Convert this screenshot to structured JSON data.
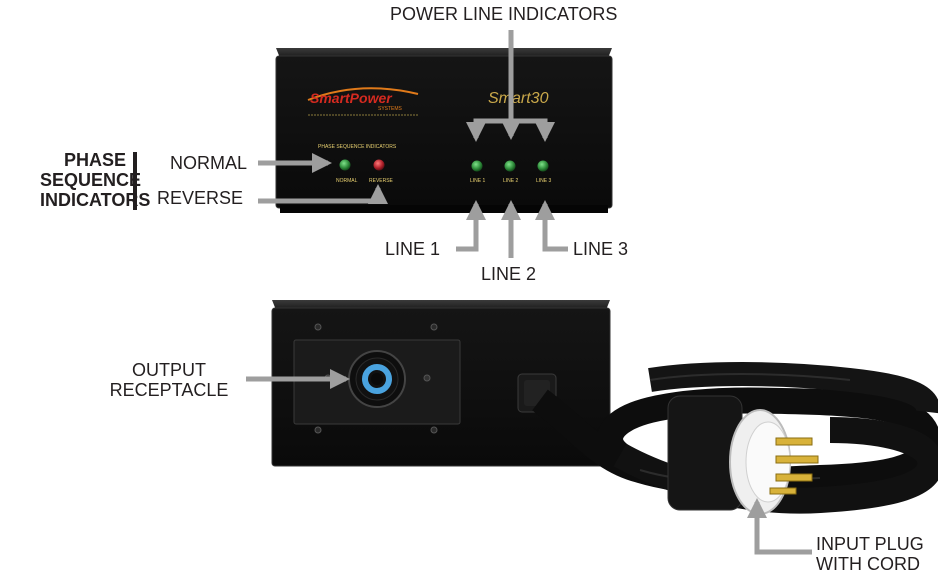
{
  "title": "POWER LINE INDICATORS",
  "phase_group": {
    "heading_lines": [
      "PHASE",
      "SEQUENCE",
      "INDICATORS"
    ],
    "normal": "NORMAL",
    "reverse": "REVERSE"
  },
  "lines": {
    "line1": "LINE 1",
    "line2": "LINE 2",
    "line3": "LINE 3"
  },
  "front_panel": {
    "brand": "SmartPower",
    "brand_sub": "SYSTEMS",
    "model": "Smart30",
    "phase_panel_title": "PHASE SEQUENCE INDICATORS",
    "led_normal": "NORMAL",
    "led_reverse": "REVERSE",
    "led_line1": "LINE 1",
    "led_line2": "LINE 2",
    "led_line3": "LINE 3"
  },
  "rear_labels": {
    "output_line1": "OUTPUT",
    "output_line2": "RECEPTACLE",
    "input_line1": "INPUT PLUG",
    "input_line2": "WITH CORD"
  },
  "colors": {
    "callout": "#9e9e9e",
    "led_green": "#2e8b3a",
    "led_red": "#b0202a",
    "receptacle_blue": "#4aa3df"
  }
}
